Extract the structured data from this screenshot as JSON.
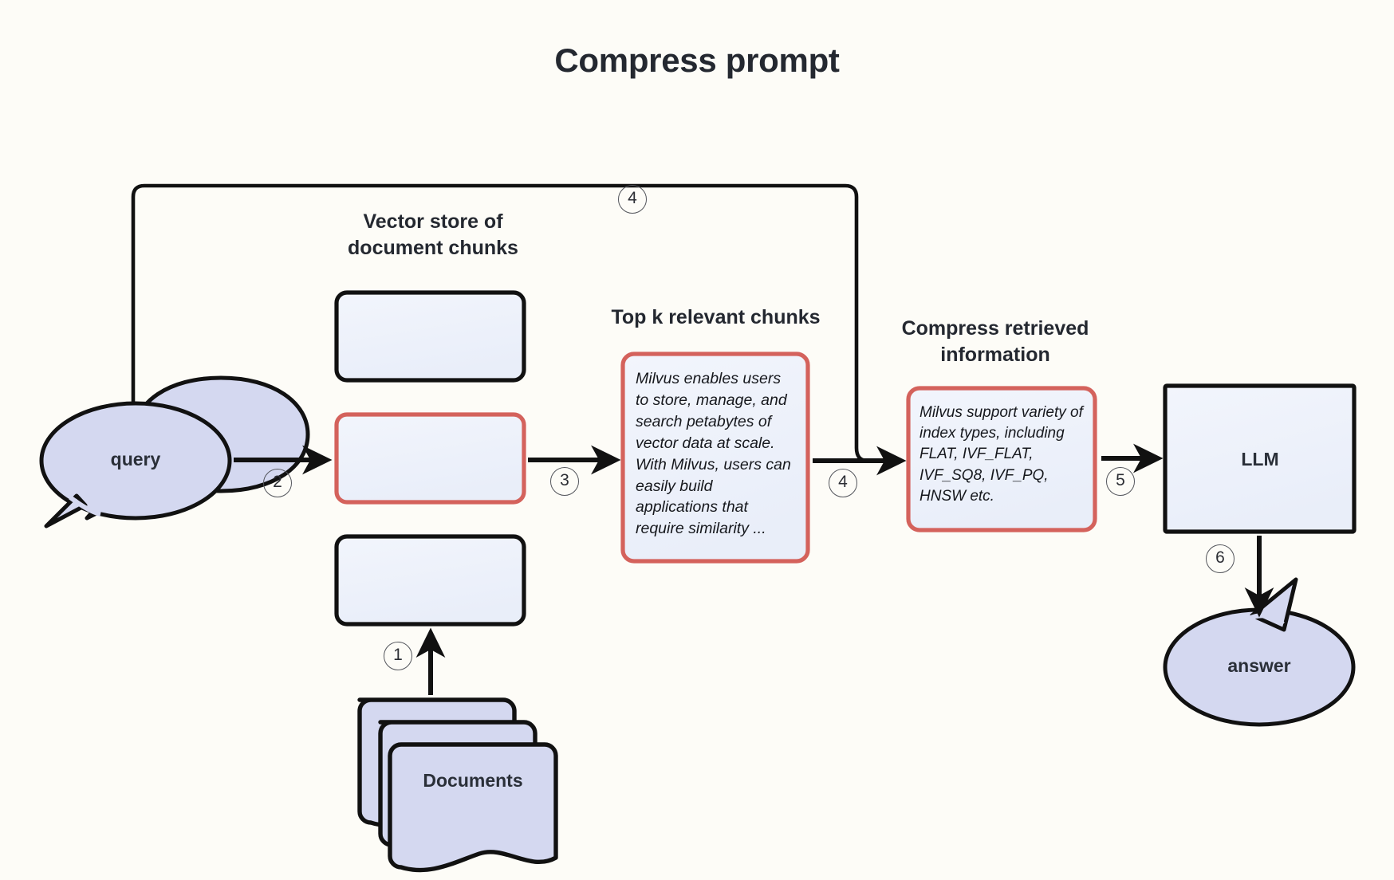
{
  "page": {
    "title": "Compress prompt",
    "background_color": "#fdfcf7",
    "ink_color": "#111111",
    "highlight_color": "#d4625c",
    "node_fill": "#eef1fa",
    "bubble_fill": "#d4d8f0"
  },
  "headings": {
    "vector_store": "Vector store of\ndocument chunks",
    "topk": "Top k relevant chunks",
    "compress": "Compress retrieved\ninformation"
  },
  "nodes": {
    "query": "query",
    "documents": "Documents",
    "llm": "LLM",
    "answer": "answer"
  },
  "chunks": {
    "retrieved_text": "Milvus enables users to store, manage, and search petabytes of vector data at scale. With Milvus, users can easily build applications that require similarity ...",
    "compressed_text": "Milvus support variety of index types, including FLAT, IVF_FLAT, IVF_SQ8, IVF_PQ, HNSW etc."
  },
  "steps": {
    "s1": "①",
    "s2": "②",
    "s3": "③",
    "s4a": "④",
    "s4b": "④",
    "s5": "⑤",
    "s6": "⑥"
  },
  "step_digits": {
    "s1": "1",
    "s2": "2",
    "s3": "3",
    "s4a": "4",
    "s4b": "4",
    "s5": "5",
    "s6": "6"
  },
  "chart_data": {
    "type": "diagram",
    "flow": [
      {
        "step": "1",
        "from": "Documents",
        "to": "Vector store of document chunks"
      },
      {
        "step": "2",
        "from": "query",
        "to": "Vector store of document chunks"
      },
      {
        "step": "3",
        "from": "Vector store of document chunks",
        "to": "Top k relevant chunks"
      },
      {
        "step": "4",
        "from": "query",
        "to": "Compress retrieved information"
      },
      {
        "step": "4",
        "from": "Top k relevant chunks",
        "to": "Compress retrieved information"
      },
      {
        "step": "5",
        "from": "Compress retrieved information",
        "to": "LLM"
      },
      {
        "step": "6",
        "from": "LLM",
        "to": "answer"
      }
    ]
  }
}
